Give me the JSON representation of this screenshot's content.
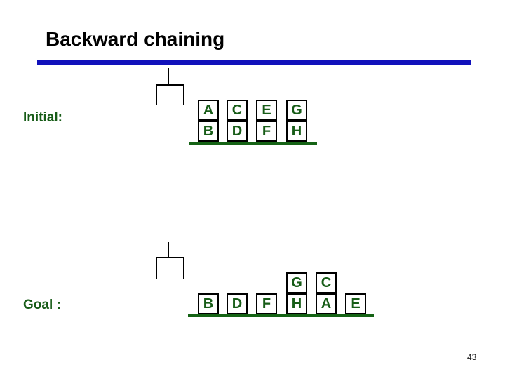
{
  "slide": {
    "title": "Backward chaining",
    "page_number": "43"
  },
  "colors": {
    "accent-blue": "#1111bb",
    "dark-green": "#175c17",
    "table-green": "#156315",
    "block-border": "#000000"
  },
  "icons": {
    "initial_gripper": "robot-gripper-icon",
    "goal_gripper": "robot-gripper-icon"
  },
  "initial": {
    "label": "Initial:",
    "stacks": [
      [
        "A",
        "B"
      ],
      [
        "C",
        "D"
      ],
      [
        "E",
        "F"
      ],
      [
        "G",
        "H"
      ]
    ]
  },
  "goal": {
    "label": "Goal :",
    "bottom_row": [
      "B",
      "D",
      "F",
      "H",
      "A",
      "E"
    ],
    "top_row": [
      {
        "letter": "G",
        "on": "H"
      },
      {
        "letter": "C",
        "on": "A"
      }
    ]
  }
}
